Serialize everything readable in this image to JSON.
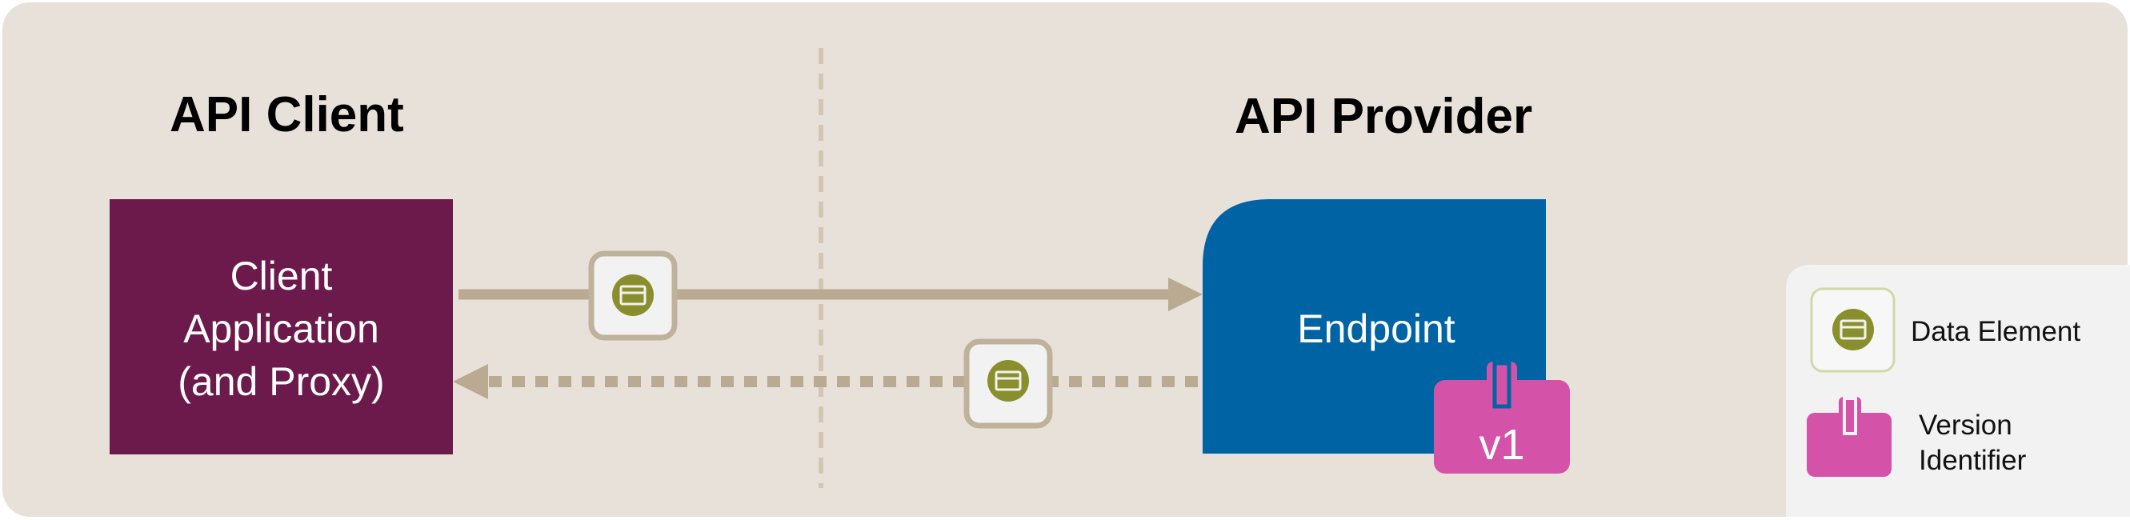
{
  "diagram": {
    "client_heading": "API Client",
    "provider_heading": "API Provider",
    "client_box": {
      "label_lines": [
        "Client",
        "Application",
        "(and Proxy)"
      ]
    },
    "endpoint_box": {
      "label": "Endpoint",
      "version_tag": "v1"
    }
  },
  "legend": {
    "data_element_label": "Data Element",
    "version_identifier_label_lines": [
      "Version",
      "Identifier"
    ]
  },
  "colors": {
    "background": "#e8e1d9",
    "client_box": "#6b1a4b",
    "endpoint_box": "#0064a4",
    "version_tag": "#d452a7",
    "arrow": "#b9aa91",
    "data_element_icon": "#8a8f2e",
    "legend_panel": "#f2f2f2"
  }
}
